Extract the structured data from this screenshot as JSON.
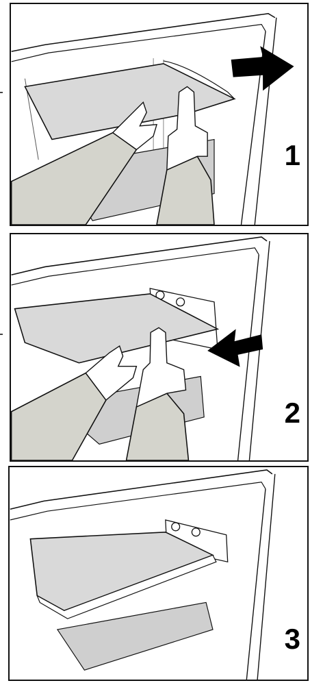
{
  "steps": [
    {
      "number": "1",
      "arrow": "right",
      "hands": "lifting"
    },
    {
      "number": "2",
      "arrow": "left",
      "hands": "inserting"
    },
    {
      "number": "3",
      "arrow": "none",
      "hands": "none"
    }
  ],
  "colors": {
    "line": "#111111",
    "glass": "#d9d9d9",
    "sleeve": "#d4d4cc",
    "skin": "#ffffff",
    "shelf_dark": "#cfcfcf"
  }
}
